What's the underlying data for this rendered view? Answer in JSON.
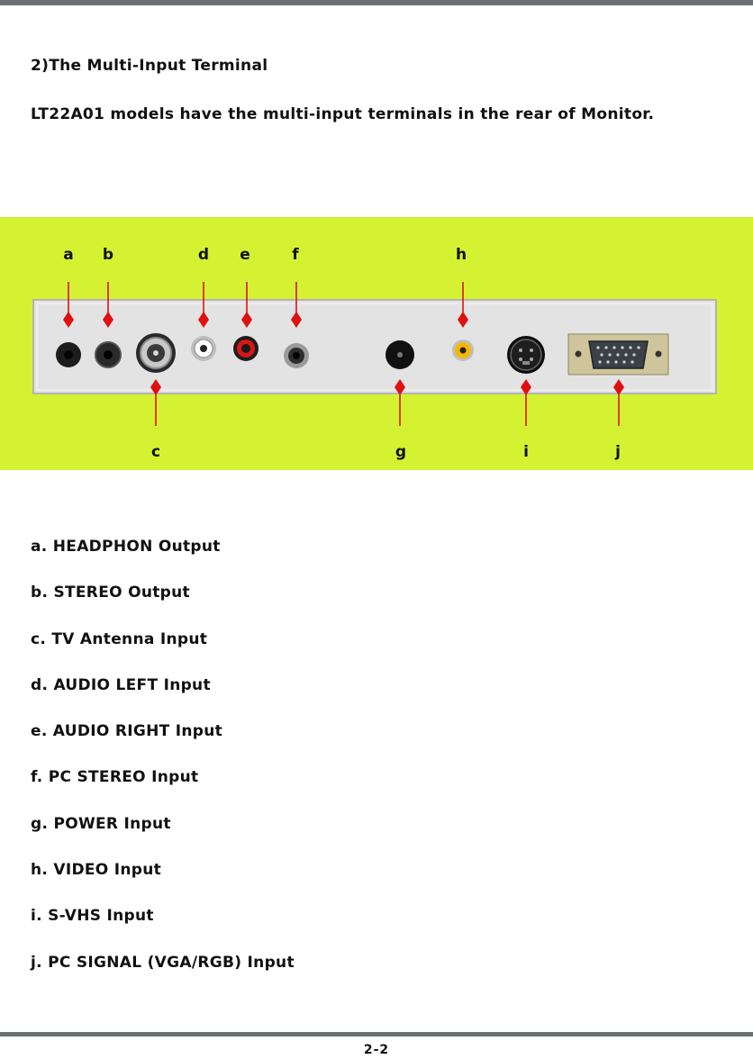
{
  "heading": {
    "title": "2)The Multi-Input Terminal",
    "intro": "LT22A01 models have the multi-input terminals in the rear of Monitor."
  },
  "diagram": {
    "top_letters": [
      "a",
      "b",
      "d",
      "e",
      "f",
      "h"
    ],
    "bottom_letters": [
      "c",
      "g",
      "i",
      "j"
    ],
    "colors": {
      "band": "#d4f231",
      "panel": "#e4e4e4",
      "pointer": "#e01010"
    }
  },
  "legend": [
    "a. HEADPHON Output",
    "b. STEREO Output",
    "c. TV Antenna Input",
    "d. AUDIO LEFT Input",
    "e. AUDIO RIGHT Input",
    "f. PC STEREO Input",
    "g. POWER Input",
    "h. VIDEO Input",
    "i. S-VHS Input",
    "j. PC SIGNAL (VGA/RGB) Input"
  ],
  "footer": {
    "page_number": "2-2"
  }
}
